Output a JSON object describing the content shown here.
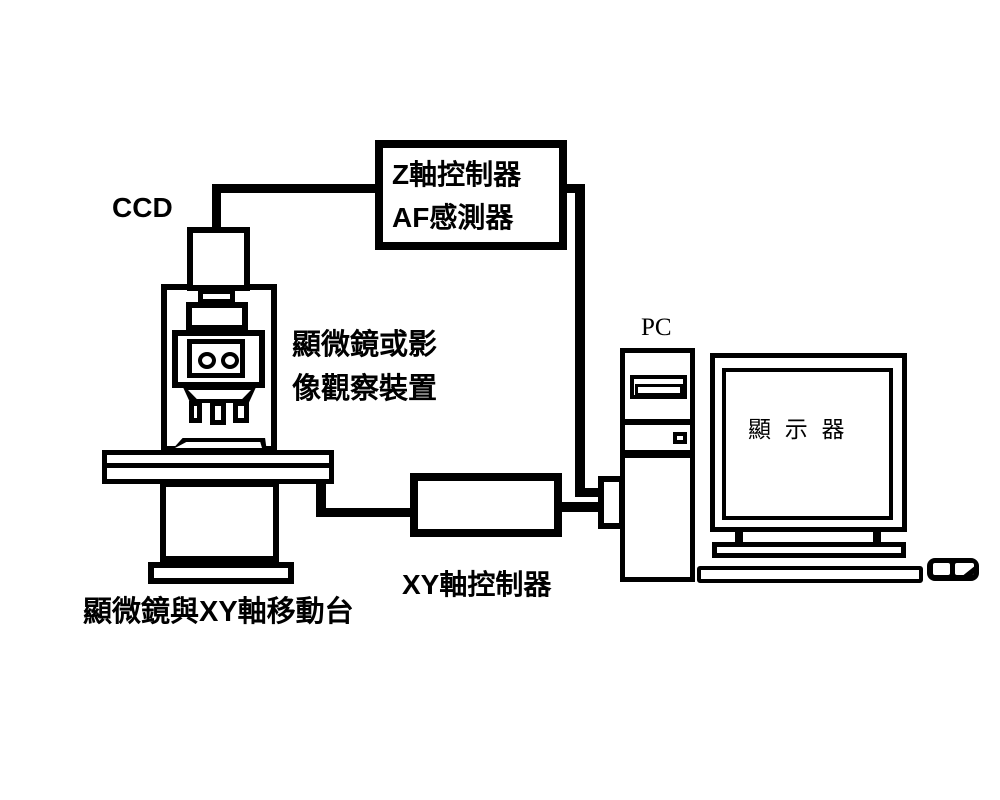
{
  "diagram": {
    "background_color": "#ffffff",
    "line_color": "#000000",
    "labels": {
      "ccd": "CCD",
      "microscope_note_line1": "顯微鏡或影",
      "microscope_note_line2": "像觀察裝置",
      "stage_caption": "顯微鏡與XY軸移動台",
      "xy_controller_caption": "XY軸控制器",
      "pc": "PC",
      "monitor_screen_text": "顯 示 器"
    },
    "z_controller_box": {
      "line1": "Z軸控制器",
      "line2": "AF感測器"
    },
    "connections": [
      "CCD — Z軸控制器/AF感測器",
      "Z軸控制器/AF感測器 — PC",
      "XY軸移動台 — XY軸控制器",
      "XY軸控制器 — PC"
    ]
  }
}
